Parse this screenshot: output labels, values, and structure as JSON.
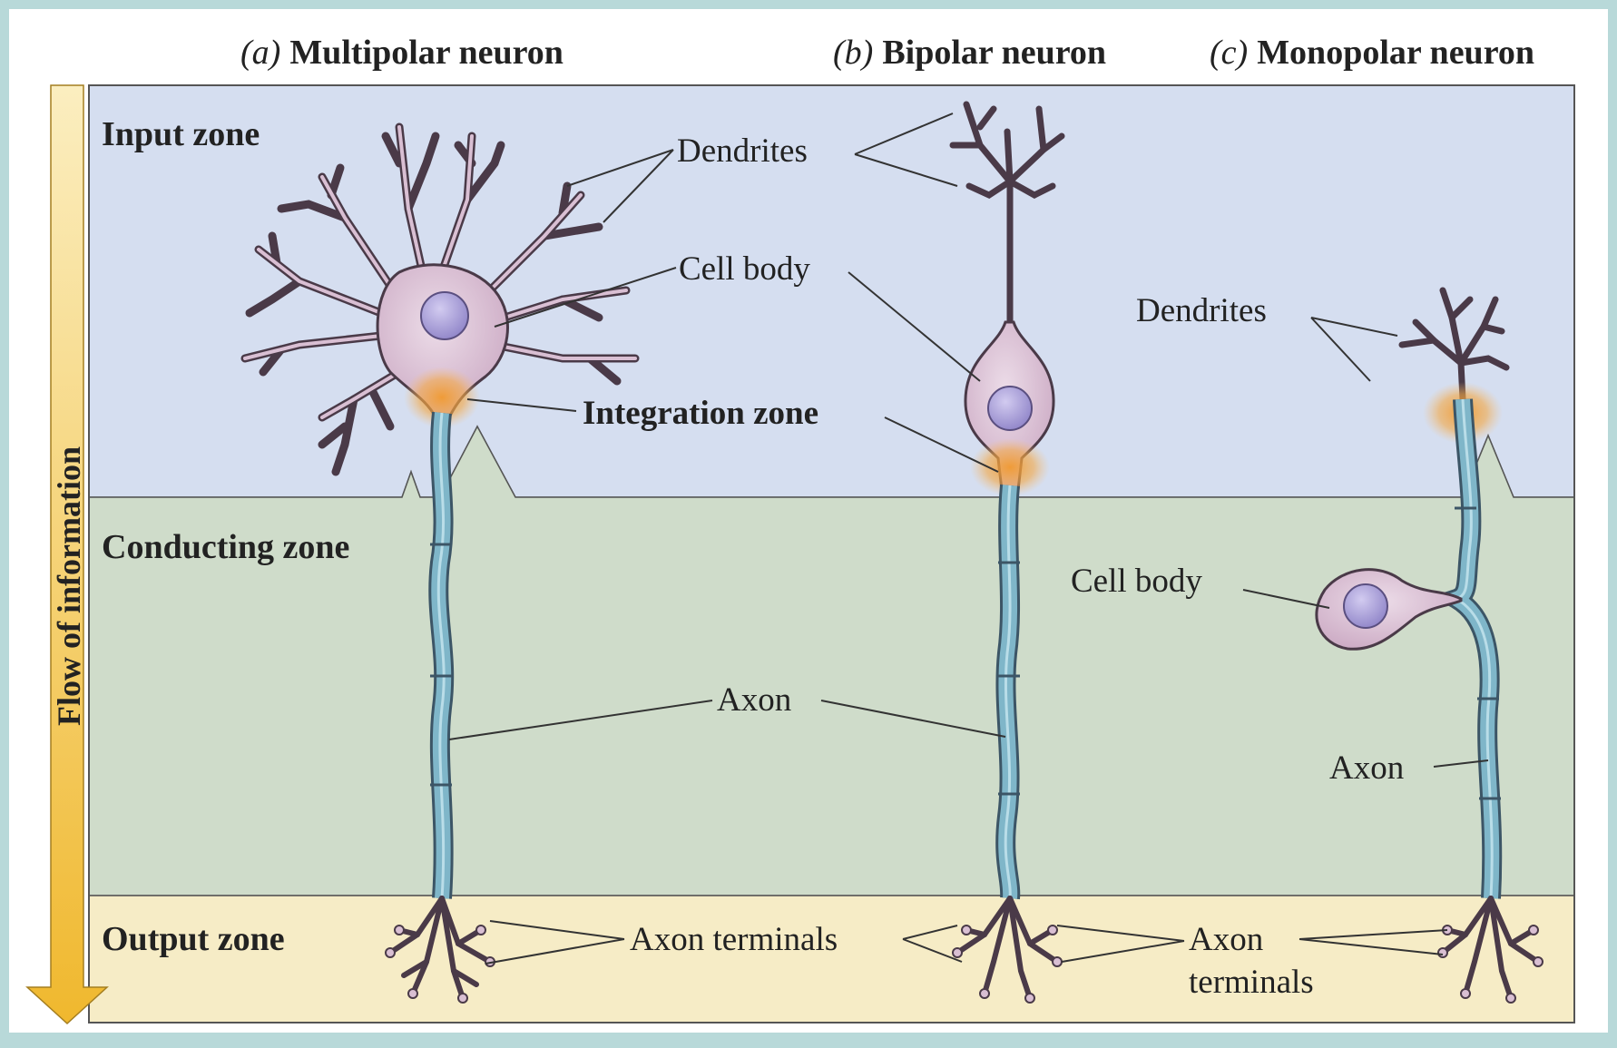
{
  "titles": {
    "multipolar_prefix": "(a)",
    "multipolar_text": "Multipolar neuron",
    "bipolar_prefix": "(b)",
    "bipolar_text": "Bipolar neuron",
    "monopolar_prefix": "(c)",
    "monopolar_text": "Monopolar neuron"
  },
  "zones": {
    "input": "Input zone",
    "conducting": "Conducting zone",
    "output": "Output zone"
  },
  "flow": "Flow of information",
  "labels": {
    "dendrites_top": "Dendrites",
    "cell_body_top": "Cell body",
    "integration_zone": "Integration zone",
    "axon_center": "Axon",
    "axon_terminals_center": "Axon terminals",
    "dendrites_mono": "Dendrites",
    "cell_body_mono": "Cell body",
    "axon_mono": "Axon",
    "axon_terminals_mono_line1": "Axon",
    "axon_terminals_mono_line2": "terminals"
  },
  "colors": {
    "frame_bg": "#b8d9d9",
    "input_zone": "#d5def0",
    "conducting_zone": "#cfdcca",
    "output_zone": "#f6ecc6",
    "neuron_fill": "#d9bfd3",
    "neuron_stroke": "#4a3a48",
    "nucleus": "#b3a9dc",
    "axon": "#6aa4b8",
    "integration_glow": "#f3a040",
    "flow_arrow": "#f7c94c"
  }
}
